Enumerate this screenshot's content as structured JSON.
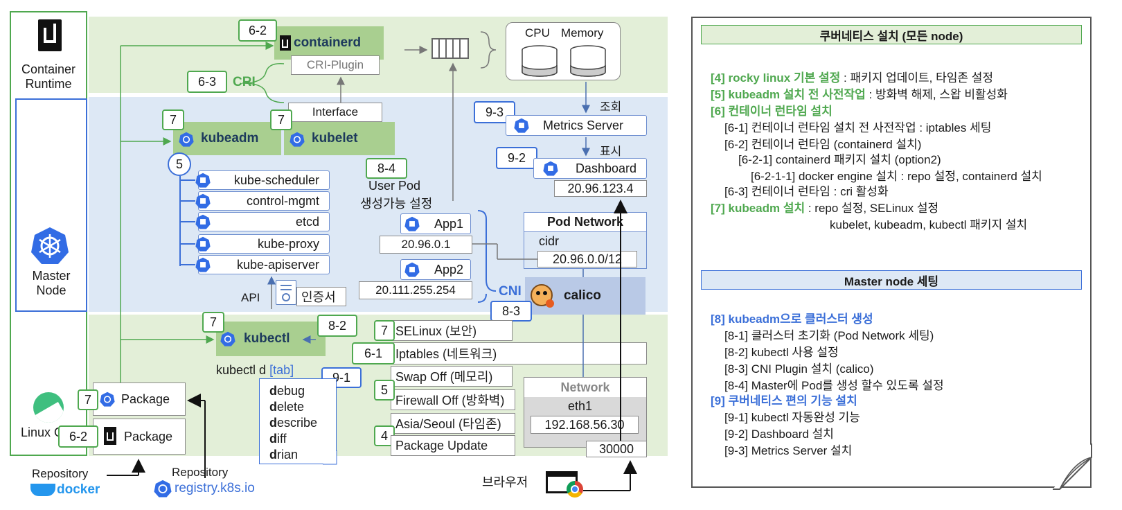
{
  "left": {
    "container_runtime": "Container\nRuntime",
    "master_node": "Master\nNode",
    "linux_os": "Linux OS",
    "repo_docker_label": "Repository",
    "repo_docker_brand": "docker",
    "repo_k8s_label": "Repository",
    "repo_k8s_brand": "registry.k8s.io"
  },
  "top": {
    "num_6_2": "6-2",
    "containerd": "containerd",
    "cri_plugin": "CRI-Plugin",
    "num_6_3": "6-3",
    "cri": "CRI",
    "interface": "Interface",
    "cpu": "CPU",
    "memory": "Memory"
  },
  "middle": {
    "num_kubeadm": "7",
    "kubeadm": "kubeadm",
    "num_kubelet": "7",
    "kubelet": "kubelet",
    "num_5": "5",
    "components": [
      "kube-scheduler",
      "control-mgmt",
      "etcd",
      "kube-proxy",
      "kube-apiserver"
    ],
    "api": "API",
    "cert": "인증서",
    "num_8_4": "8-4",
    "user_pod": "User Pod",
    "user_pod_setting": "생성가능 설정",
    "app1": "App1",
    "app1_ip": "20.96.0.1",
    "app2": "App2",
    "app2_ip": "20.111.255.254",
    "cni": "CNI",
    "calico": "calico",
    "num_8_3": "8-3",
    "pod_network": "Pod Network",
    "cidr": "cidr",
    "cidr_value": "20.96.0.0/12",
    "num_9_3": "9-3",
    "metrics_server": "Metrics Server",
    "lookup": "조회",
    "display": "표시",
    "num_9_2": "9-2",
    "dashboard": "Dashboard",
    "dashboard_ip": "20.96.123.4"
  },
  "bottom": {
    "num_kubectl": "7",
    "kubectl": "kubectl",
    "num_8_2": "8-2",
    "kubectl_cmd": "kubectl d",
    "tab": "[tab]",
    "num_9_1": "9-1",
    "cmds": [
      {
        "b": "d",
        "rest": "ebug"
      },
      {
        "b": "d",
        "rest": "elete"
      },
      {
        "b": "d",
        "rest": "escribe"
      },
      {
        "b": "d",
        "rest": "iff"
      },
      {
        "b": "d",
        "rest": "rian"
      }
    ],
    "num_pkg_k8s": "7",
    "package_k8s": "Package",
    "num_pkg_docker": "6-2",
    "package_docker": "Package",
    "num_7_se": "7",
    "selinux": "SELinux (보안)",
    "num_6_1": "6-1",
    "iptables": "Iptables (네트워크)",
    "swap": "Swap Off (메모리)",
    "num_5b": "5",
    "firewall": "Firewall Off (방화벽)",
    "timezone": "Asia/Seoul (타임존)",
    "num_4": "4",
    "pkg_update": "Package Update",
    "network": "Network",
    "eth1": "eth1",
    "eth1_ip": "192.168.56.30",
    "port": "30000",
    "browser": "브라우저"
  },
  "panel": {
    "header1": "쿠버네티스 설치 (모든 node)",
    "l1_g": "[4] rocky linux 기본 설정",
    "l1_r": " : 패키지 업데이트, 타임존 설정",
    "l2_g": "[5] kubeadm 설치 전 사전작업",
    "l2_r": " : 방화벽 해제, 스왑 비활성화",
    "l3_g": "[6] 컨테이너 런타임 설치",
    "l4": "[6-1] 컨테이너 런타임 설치 전 사전작업 : iptables 세팅",
    "l5": "[6-2] 컨테이너 런타임 (containerd 설치)",
    "l6": "[6-2-1] containerd 패키지 설치 (option2)",
    "l7": "[6-2-1-1] docker engine 설치 : repo 설정, containerd 설치",
    "l8": "[6-3] 컨테이너 런타임 : cri 활성화",
    "l9_g": "[7] kubeadm 설치",
    "l9_r": " : repo 설정, SELinux 설정",
    "l10": "kubelet, kubeadm, kubectl 패키지 설치",
    "header2": "Master node 세팅",
    "m1_b": "[8] kubeadm으로 클러스터 생성",
    "m2": "[8-1] 클러스터 초기화 (Pod Network 세팅)",
    "m3": "[8-2] kubectl 사용 설정",
    "m4": "[8-3] CNI Plugin 설치 (calico)",
    "m5": "[8-4] Master에 Pod를 생성 할수 있도록 설정",
    "m6_b": "[9] 쿠버네티스 편의 기능 설치",
    "m7": "[9-1] kubectl 자동완성 기능",
    "m8": "[9-2] Dashboard 설치",
    "m9": "[9-3] Metrics Server 설치"
  },
  "colors": {
    "green_band": "#e3efd8",
    "blue_band": "#dde8f5",
    "green_block": "#a9cf90",
    "green_accent": "#4fa84f",
    "blue_accent": "#3b6fd8",
    "calico_band": "#b9c9e6"
  }
}
